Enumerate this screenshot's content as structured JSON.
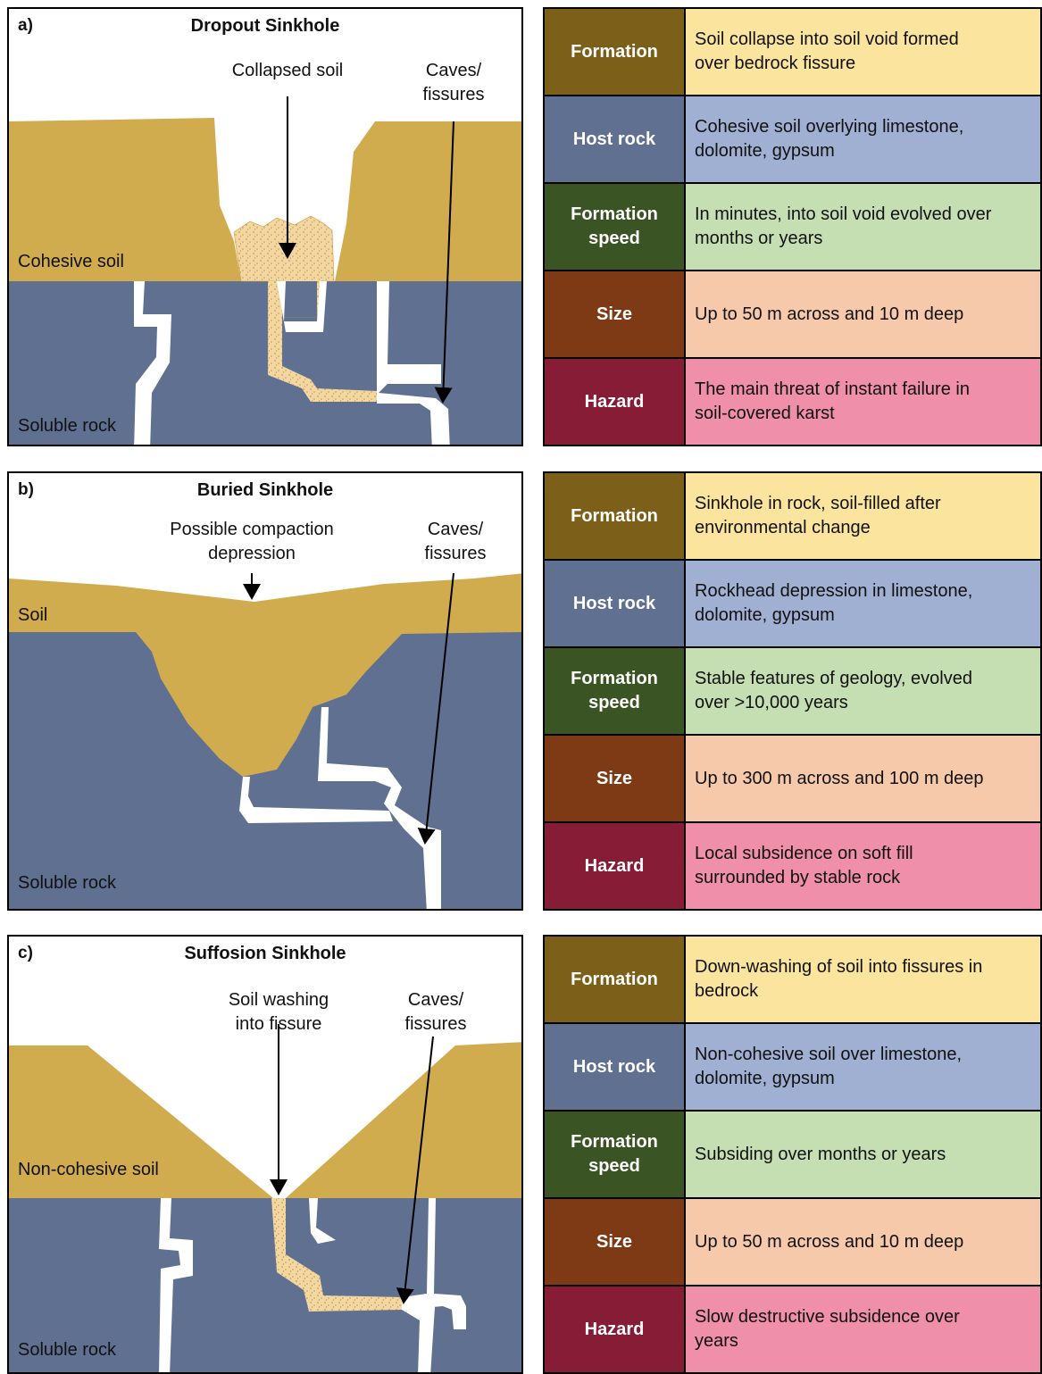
{
  "colors": {
    "soil": "#D1AC4F",
    "rock": "#5F7091",
    "loose_soil": "#F3D7A3",
    "row_header": [
      "#7C5F18",
      "#5F7091",
      "#3A5423",
      "#7E3A14",
      "#861C36"
    ],
    "row_value": [
      "#FBE49D",
      "#9FB0D2",
      "#C5DFB3",
      "#F6C9AB",
      "#EF8FAA"
    ]
  },
  "panels": [
    {
      "letter": "a)",
      "title": "Dropout Sinkhole",
      "annotation_center": "Collapsed soil",
      "annotation_right": [
        "Caves/",
        "fissures"
      ],
      "soil_label": "Cohesive soil",
      "rock_label": "Soluble rock"
    },
    {
      "letter": "b)",
      "title": "Buried Sinkhole",
      "annotation_center": [
        "Possible compaction",
        "depression"
      ],
      "annotation_right": [
        "Caves/",
        "fissures"
      ],
      "soil_label": "Soil",
      "rock_label": "Soluble rock"
    },
    {
      "letter": "c)",
      "title": "Suffosion Sinkhole",
      "annotation_center": [
        "Soil washing",
        "into fissure"
      ],
      "annotation_right": [
        "Caves/",
        "fissures"
      ],
      "soil_label": "Non-cohesive soil",
      "rock_label": "Soluble rock"
    }
  ],
  "tables": [
    {
      "rows": [
        {
          "header": [
            "Formation"
          ],
          "value": [
            "Soil collapse into soil void formed",
            "over bedrock fissure"
          ]
        },
        {
          "header": [
            "Host rock"
          ],
          "value": [
            "Cohesive soil overlying limestone,",
            "dolomite, gypsum"
          ]
        },
        {
          "header": [
            "Formation",
            "speed"
          ],
          "value": [
            "In minutes, into soil void evolved over",
            "months or years"
          ]
        },
        {
          "header": [
            "Size"
          ],
          "value": [
            "Up to 50 m across and 10 m deep"
          ]
        },
        {
          "header": [
            "Hazard"
          ],
          "value": [
            "The main threat of instant failure in",
            "soil-covered karst"
          ]
        }
      ]
    },
    {
      "rows": [
        {
          "header": [
            "Formation"
          ],
          "value": [
            "Sinkhole in rock, soil-filled after",
            "environmental change"
          ]
        },
        {
          "header": [
            "Host rock"
          ],
          "value": [
            "Rockhead depression in limestone,",
            "dolomite, gypsum"
          ]
        },
        {
          "header": [
            "Formation",
            "speed"
          ],
          "value": [
            "Stable features of geology, evolved",
            "over >10,000 years"
          ]
        },
        {
          "header": [
            "Size"
          ],
          "value": [
            "Up to 300 m across and 100 m deep"
          ]
        },
        {
          "header": [
            "Hazard"
          ],
          "value": [
            "Local subsidence on soft fill",
            "surrounded by stable rock"
          ]
        }
      ]
    },
    {
      "rows": [
        {
          "header": [
            "Formation"
          ],
          "value": [
            "Down-washing of soil into fissures in",
            "bedrock"
          ]
        },
        {
          "header": [
            "Host rock"
          ],
          "value": [
            "Non-cohesive soil over limestone,",
            "dolomite, gypsum"
          ]
        },
        {
          "header": [
            "Formation",
            "speed"
          ],
          "value": [
            "Subsiding over months or years"
          ]
        },
        {
          "header": [
            "Size"
          ],
          "value": [
            "Up to 50 m across and 10 m deep"
          ]
        },
        {
          "header": [
            "Hazard"
          ],
          "value": [
            "Slow destructive subsidence over",
            "years"
          ]
        }
      ]
    }
  ]
}
